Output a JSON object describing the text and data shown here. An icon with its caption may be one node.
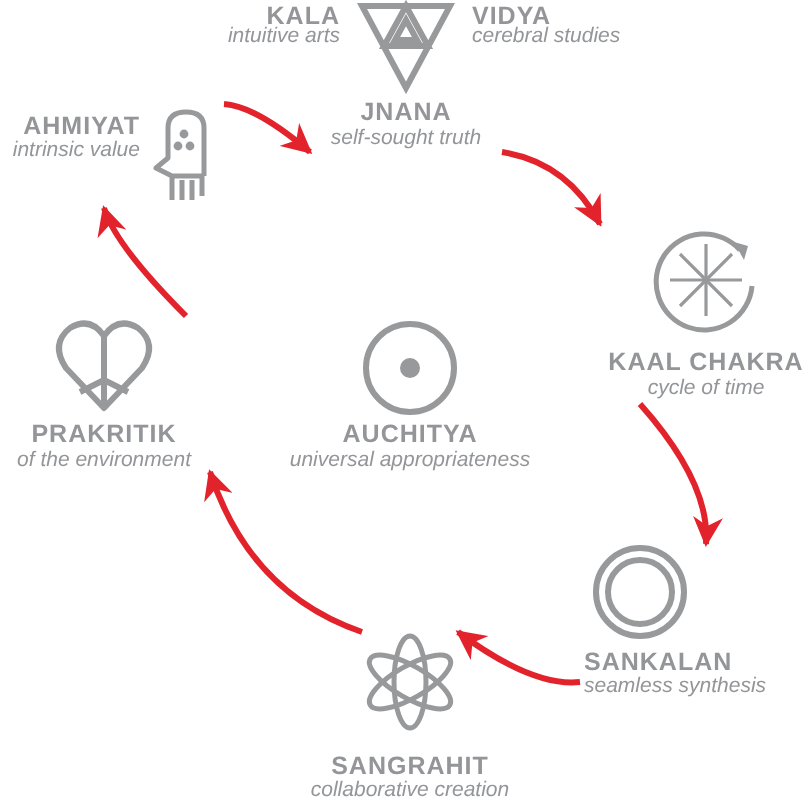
{
  "diagram": {
    "nodes": [
      {
        "text": [
          "JNANA",
          "self-sought truth"
        ],
        "beside": [
          "KALA",
          "intuitive arts",
          "VIDYA",
          "cerebral studies"
        ]
      },
      {
        "text": [
          "AHMIYAT",
          "intrinsic value"
        ]
      },
      {
        "text": [
          "KAAL CHAKRA",
          "cycle of time"
        ]
      },
      {
        "text": [
          "PRAKRITIK",
          "of the environment"
        ]
      },
      {
        "text": [
          "AUCHITYA",
          "universal appropriateness"
        ]
      },
      {
        "text": [
          "SANKALAN",
          "seamless synthesis"
        ]
      },
      {
        "text": [
          "SANGRAHIT",
          "collaborative creation"
        ]
      }
    ],
    "edges": [
      {
        "from": 0,
        "to": 2,
        "arrow": "to"
      },
      {
        "from": 2,
        "to": 5,
        "arrow": "to"
      },
      {
        "from": 5,
        "to": 6,
        "arrow": "to"
      },
      {
        "from": 6,
        "to": 3,
        "arrow": "to"
      },
      {
        "from": 3,
        "to": 1,
        "arrow": "to"
      },
      {
        "from": 1,
        "to": 0,
        "arrow": "to"
      }
    ]
  }
}
